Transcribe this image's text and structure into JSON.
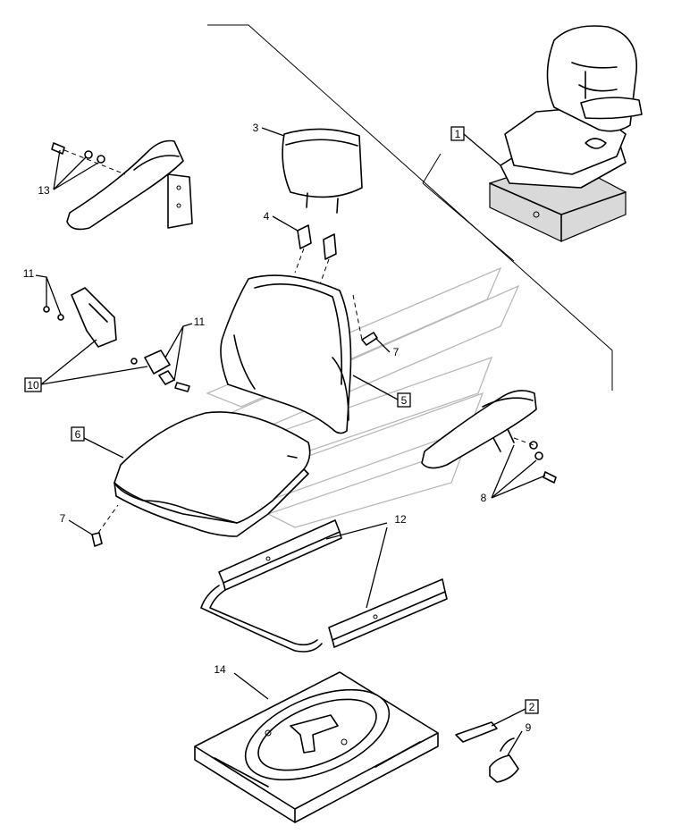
{
  "callouts": {
    "c1": "1",
    "c2": "2",
    "c3": "3",
    "c4": "4",
    "c5": "5",
    "c6": "6",
    "c7a": "7",
    "c7b": "7",
    "c8": "8",
    "c9": "9",
    "c10": "10",
    "c11a": "11",
    "c11b": "11",
    "c12": "12",
    "c13": "13",
    "c14": "14"
  },
  "boxed_callouts": [
    "1",
    "2",
    "5",
    "6",
    "10"
  ]
}
